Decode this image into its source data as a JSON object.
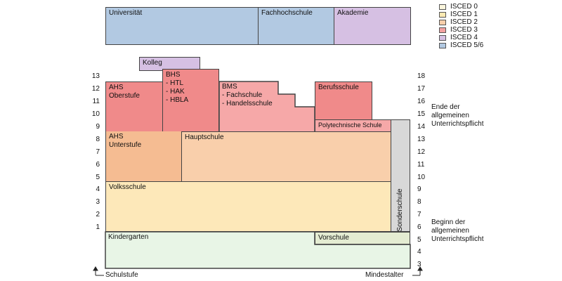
{
  "colors": {
    "isced0": "#e8f5e6",
    "isced1": "#fdeab3",
    "isced2": "#f5bc92",
    "isced3": "#f08a8a",
    "isced4": "#d6c0e3",
    "isced56": "#b2c9e2",
    "isced1_light": "#fde8b9",
    "isced2_light": "#f9cfab",
    "isced3_light": "#f6a8a8",
    "sonder": "#d8d8d8",
    "vorschule": "#e4ecd2"
  },
  "legend": [
    {
      "label": "ISCED 0",
      "color": "#fbf6dd"
    },
    {
      "label": "ISCED 1",
      "color": "#fdeab3"
    },
    {
      "label": "ISCED 2",
      "color": "#f9cfab"
    },
    {
      "label": "ISCED 3",
      "color": "#f4a0a0"
    },
    {
      "label": "ISCED 4",
      "color": "#d6c0e3"
    },
    {
      "label": "ISCED 5/6",
      "color": "#b2c9e2"
    }
  ],
  "institutions": {
    "universitaet": "Universität",
    "fachhochschule": "Fachhochschule",
    "akademie": "Akademie",
    "kolleg": "Kolleg",
    "ahs_oberstufe": "AHS\nOberstufe",
    "bhs": "BHS\n- HTL\n- HAK\n- HBLA",
    "bms": "BMS\n- Fachschule\n- Handelsschule",
    "berufsschule": "Berufsschule",
    "polytechnische": "Polytechnische Schule",
    "ahs_unterstufe": "AHS\nUnterstufe",
    "hauptschule": "Hauptschule",
    "volksschule": "Volksschule",
    "sonderschule": "Sonderschule",
    "kindergarten": "Kindergarten",
    "vorschule": "Vorschule"
  },
  "schulstufe": [
    "13",
    "12",
    "11",
    "10",
    "9",
    "8",
    "7",
    "6",
    "5",
    "4",
    "3",
    "2",
    "1"
  ],
  "mindestalter": [
    "18",
    "17",
    "16",
    "15",
    "14",
    "13",
    "12",
    "11",
    "10",
    "9",
    "8",
    "7",
    "6",
    "5",
    "4",
    "3"
  ],
  "notes": {
    "ende": "Ende der\nallgemeinen\nUnterrichtspflicht",
    "beginn": "Beginn der\nallgemeinen\nUnterrichtspflicht"
  },
  "axes": {
    "left": "Schulstufe",
    "right": "Mindestalter"
  }
}
